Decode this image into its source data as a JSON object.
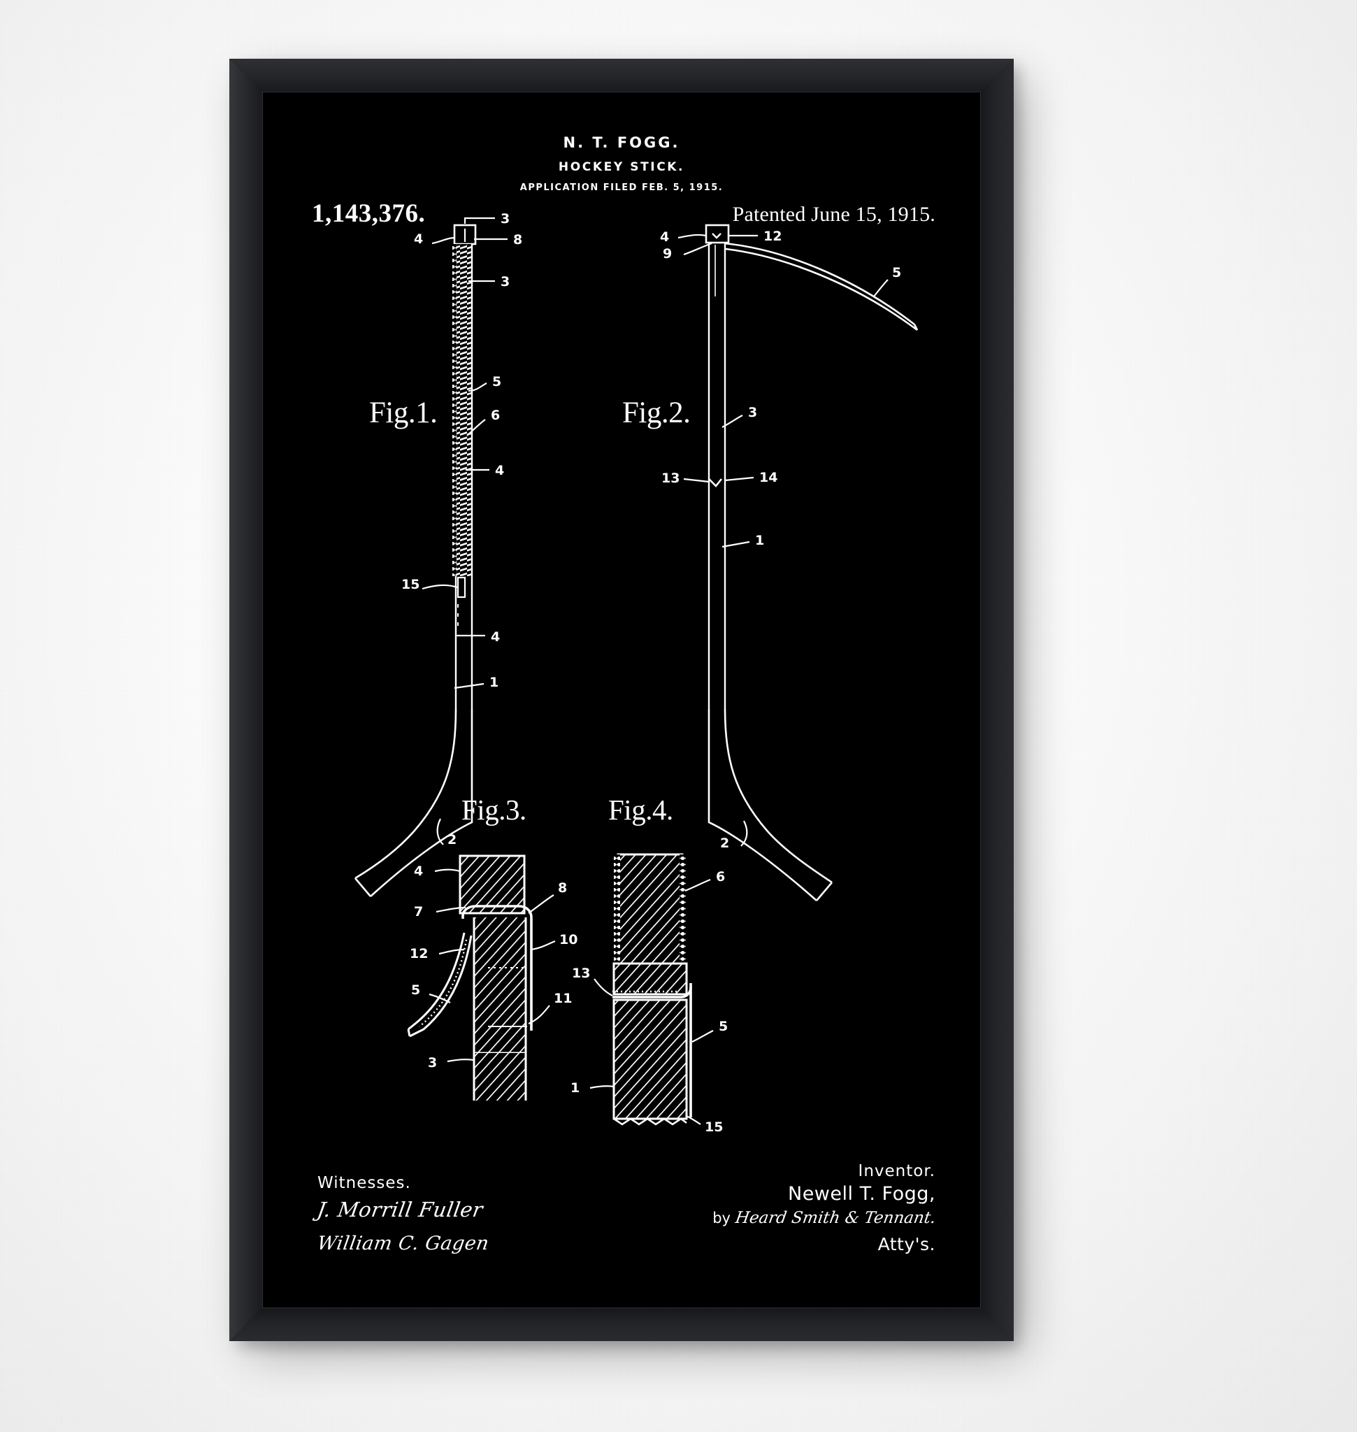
{
  "artwork": {
    "type": "framed-patent-print",
    "background_color": "#000000",
    "ink_color": "#ffffff",
    "frame_color": "#15161a",
    "wall_color": "#f4f4f4"
  },
  "patent": {
    "inventor_line": "N. T. FOGG.",
    "title_line": "HOCKEY STICK.",
    "application_line": "APPLICATION FILED FEB. 5, 1915.",
    "number": "1,143,376.",
    "patented_date": "Patented June 15, 1915."
  },
  "figures": {
    "fig1": {
      "caption": "Fig.1.",
      "labels": [
        "3",
        "4",
        "8",
        "3",
        "5",
        "6",
        "4",
        "15",
        "4",
        "1",
        "2"
      ]
    },
    "fig2": {
      "caption": "Fig.2.",
      "labels": [
        "4",
        "12",
        "9",
        "5",
        "3",
        "13",
        "14",
        "1",
        "2"
      ]
    },
    "fig3": {
      "caption": "Fig.3.",
      "labels": [
        "4",
        "7",
        "12",
        "5",
        "8",
        "10",
        "11",
        "3"
      ]
    },
    "fig4": {
      "caption": "Fig.4.",
      "labels": [
        "6",
        "13",
        "5",
        "1",
        "15"
      ]
    }
  },
  "witnesses": {
    "heading": "Witnesses.",
    "signature_1": "J. Morrill Fuller",
    "signature_2": "William C. Gagen"
  },
  "inventor": {
    "heading": "Inventor.",
    "name": "Newell T. Fogg,",
    "by_prefix": "by ",
    "attorney_signature": "Heard Smith & Tennant.",
    "attorney_label": "Atty's."
  }
}
